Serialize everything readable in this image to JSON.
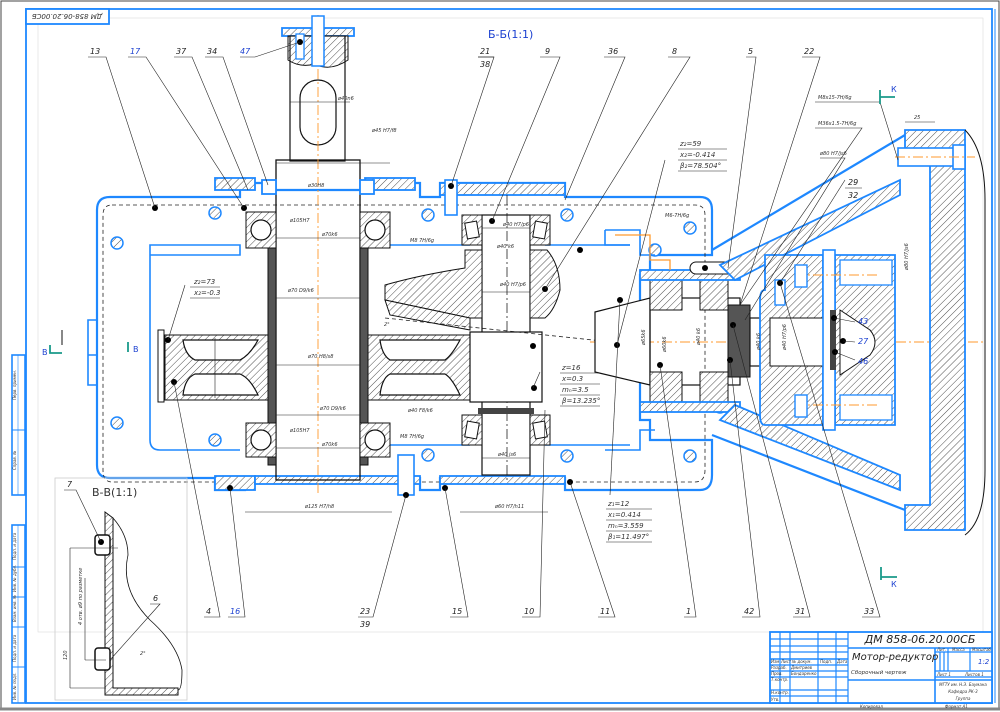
{
  "drawing": {
    "rotated_stamp": "ДМ 858-06.20.00СБ",
    "section_main": "Б-Б(1:1)",
    "section_detail": "В-В(1:1)",
    "section_marks": {
      "b_left": "В",
      "b_right": "В",
      "k_top": "К",
      "k_bottom": "К"
    }
  },
  "callouts": {
    "top": [
      {
        "id": "13",
        "color": "black"
      },
      {
        "id": "17",
        "color": "blue"
      },
      {
        "id": "37",
        "color": "black"
      },
      {
        "id": "34",
        "color": "black"
      },
      {
        "id": "47",
        "color": "blue"
      },
      {
        "id": "21",
        "sub": "38",
        "color": "black"
      },
      {
        "id": "9",
        "color": "black"
      },
      {
        "id": "36",
        "color": "black"
      },
      {
        "id": "8",
        "color": "black"
      },
      {
        "id": "5",
        "color": "black"
      },
      {
        "id": "22",
        "color": "black"
      }
    ],
    "bottom": [
      {
        "id": "4",
        "color": "black"
      },
      {
        "id": "16",
        "color": "blue"
      },
      {
        "id": "23",
        "sub": "39",
        "color": "black"
      },
      {
        "id": "15",
        "color": "black"
      },
      {
        "id": "10",
        "color": "black"
      },
      {
        "id": "11",
        "color": "black"
      },
      {
        "id": "1",
        "color": "black"
      },
      {
        "id": "42",
        "color": "black"
      },
      {
        "id": "31",
        "color": "black"
      },
      {
        "id": "33",
        "color": "black"
      }
    ],
    "right": [
      {
        "id": "29",
        "sub": "32",
        "color": "black"
      },
      {
        "id": "43",
        "color": "blue"
      },
      {
        "id": "27",
        "color": "blue"
      },
      {
        "id": "46",
        "color": "blue"
      }
    ],
    "detail": [
      {
        "id": "7",
        "color": "black"
      },
      {
        "id": "6",
        "color": "black"
      }
    ]
  },
  "gear_params": {
    "wheel_top": [
      "z₂=59",
      "x₂=-0.414",
      "β₂=78.504°"
    ],
    "pinion_bottom": [
      "z₁=12",
      "x₁=0.414",
      "mₙ=3.559",
      "β₁=11.497°"
    ],
    "gear_mid": [
      "z=16",
      "x=0.3",
      "mₙ=3.5",
      "β=13.235°"
    ],
    "gear_left": [
      "z₂=73",
      "x₂=-0.3"
    ]
  },
  "dimensions": {
    "shaft_top": "ø40n6",
    "shaft_top_fit": "ø45 H7/f8",
    "seal": "ø30H8",
    "bearing_outer": "ø105H7",
    "bearing_inner": "ø70k6",
    "bore_1": "ø70 D9/k6",
    "bore_2": "ø70 H8/s8",
    "bore_3": "ø70 D9/k6",
    "housing_bottom_left": "ø125 H7/h8",
    "housing_bottom_right": "ø60 H7/h11",
    "bolt_left": "M8 7H/6g",
    "bolt_mid": "M8 7H/6g",
    "plug": "ø40 F8/k6",
    "gear_bore": "ø40 H7/p6",
    "gear_shaft": "ø40 k6",
    "bearing_right": "ø40 js6",
    "bevel_shaft": "ø60k6",
    "bevel_bore": "ø65k6",
    "bolt_right": "M6-7H/6g",
    "bolt_flange": "M8x15-7H/6g",
    "nut": "M36x1.5-7H/6g",
    "bore_flange": "ø80 H7/js6",
    "flange_width": "25",
    "angle": "2°",
    "detail_height": "120",
    "detail_note": "4 отв. ø9 по разметке"
  },
  "title_block": {
    "doc_number": "ДМ 858-06.20.00СБ",
    "name_line1": "Мотор-редуктор",
    "name_line2": "Сборочный чертеж",
    "col_headers": [
      "Изм",
      "Лист",
      "№ докум.",
      "Подп.",
      "Дата"
    ],
    "rows": [
      "Разраб.",
      "Пров.",
      "Т.контр.",
      "",
      "Н.контр.",
      "Утв."
    ],
    "row_names": [
      "Дмитриев",
      "Бондаренко"
    ],
    "right_headers": [
      "Лит.",
      "Масса",
      "Масштаб"
    ],
    "scale": "1:2",
    "sheet": "Лист 1",
    "sheets": "Листов 1",
    "org_line1": "МГТУ им. Н.Э. Баумана",
    "org_line2": "Кафедра РК-3",
    "org_line3": "Группа",
    "copy_label": "Копировал",
    "format_label": "Формат A1"
  },
  "left_strip": {
    "labels": [
      "Перв. примен.",
      "Справ. №",
      "Подп. и дата",
      "Инв. № дубл.",
      "Взам. инв. №",
      "Подп. и дата",
      "Инв. № подл."
    ]
  },
  "colors": {
    "contour": "#1e88ff",
    "axis": "#ff9a2e",
    "label_blue": "#1a3fd0",
    "k_marker": "#1a9a8a"
  }
}
